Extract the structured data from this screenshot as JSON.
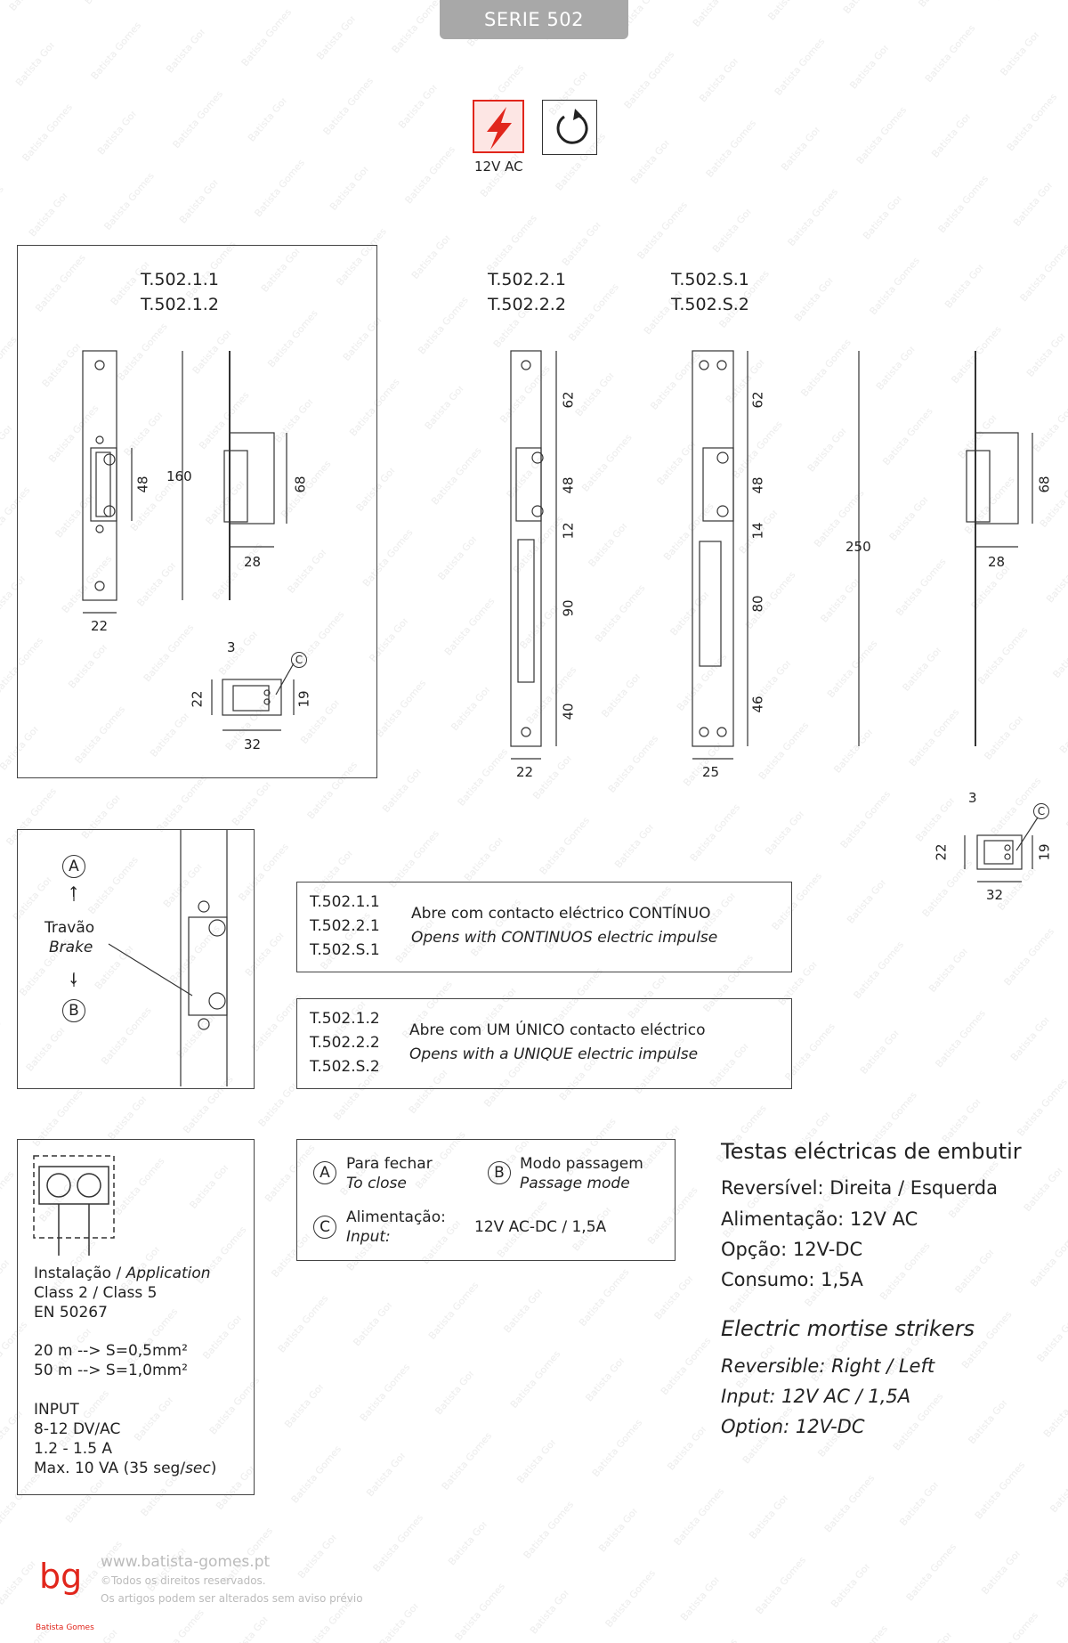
{
  "header": {
    "serie": "SERIE 502",
    "voltage_label": "12V AC"
  },
  "models": {
    "group1": [
      "T.502.1.1",
      "T.502.1.2"
    ],
    "group2": [
      "T.502.2.1",
      "T.502.2.2"
    ],
    "group3": [
      "T.502.S.1",
      "T.502.S.2"
    ]
  },
  "dims": {
    "d22": "22",
    "d48": "48",
    "d160": "160",
    "d68": "68",
    "d28": "28",
    "d3": "3",
    "d19": "19",
    "d32": "32",
    "c": "C",
    "d62": "62",
    "d12": "12",
    "d90": "90",
    "d40": "40",
    "d14": "14",
    "d80": "80",
    "d46": "46",
    "d25": "25",
    "d250": "250"
  },
  "brake": {
    "a": "A",
    "b": "B",
    "pt": "Travão",
    "en": "Brake"
  },
  "impulse": {
    "continuous": {
      "codes": [
        "T.502.1.1",
        "T.502.2.1",
        "T.502.S.1"
      ],
      "pt": "Abre com contacto eléctrico CONTÍNUO",
      "en": "Opens with CONTINUOS electric impulse"
    },
    "unique": {
      "codes": [
        "T.502.1.2",
        "T.502.2.2",
        "T.502.S.2"
      ],
      "pt": "Abre com UM ÚNICO contacto eléctrico",
      "en": "Opens with a UNIQUE electric impulse"
    }
  },
  "install": {
    "line1_pt": "Instalação / ",
    "line1_en": "Application",
    "class": "Class 2 / Class 5",
    "norm": "EN 50267",
    "w20": "20 m --> S=0,5mm²",
    "w50": "50 m --> S=1,0mm²",
    "input": "INPUT",
    "v": "8-12 DV/AC",
    "a": "1.2 - 1.5 A",
    "max": "Max. 10 VA (35 seg/",
    "max_it": "sec",
    "max_end": ")"
  },
  "legend": {
    "a_pt": "Para fechar",
    "a_en": "To close",
    "b_pt": "Modo passagem",
    "b_en": "Passage mode",
    "c_pt": "Alimentação:",
    "c_en": "Input:",
    "c_val": "12V AC-DC / 1,5A"
  },
  "specs_pt": {
    "title": "Testas eléctricas de embutir",
    "lines": [
      "Reversível: Direita / Esquerda",
      "Alimentação: 12V AC",
      "Opção: 12V-DC",
      "Consumo: 1,5A"
    ]
  },
  "specs_en": {
    "title": "Electric mortise strikers",
    "lines": [
      "Reversible: Right / Left",
      "Input: 12V AC / 1,5A",
      "Option: 12V-DC"
    ]
  },
  "footer": {
    "url": "www.batista-gomes.pt",
    "rights": "©Todos os direitos reservados.",
    "notice": "Os artigos podem ser alterados sem aviso prévio",
    "brand": "Batista Gomes"
  },
  "watermark": "Batista Gomes",
  "colors": {
    "accent": "#e1261c",
    "badge": "#a8a8a8"
  }
}
